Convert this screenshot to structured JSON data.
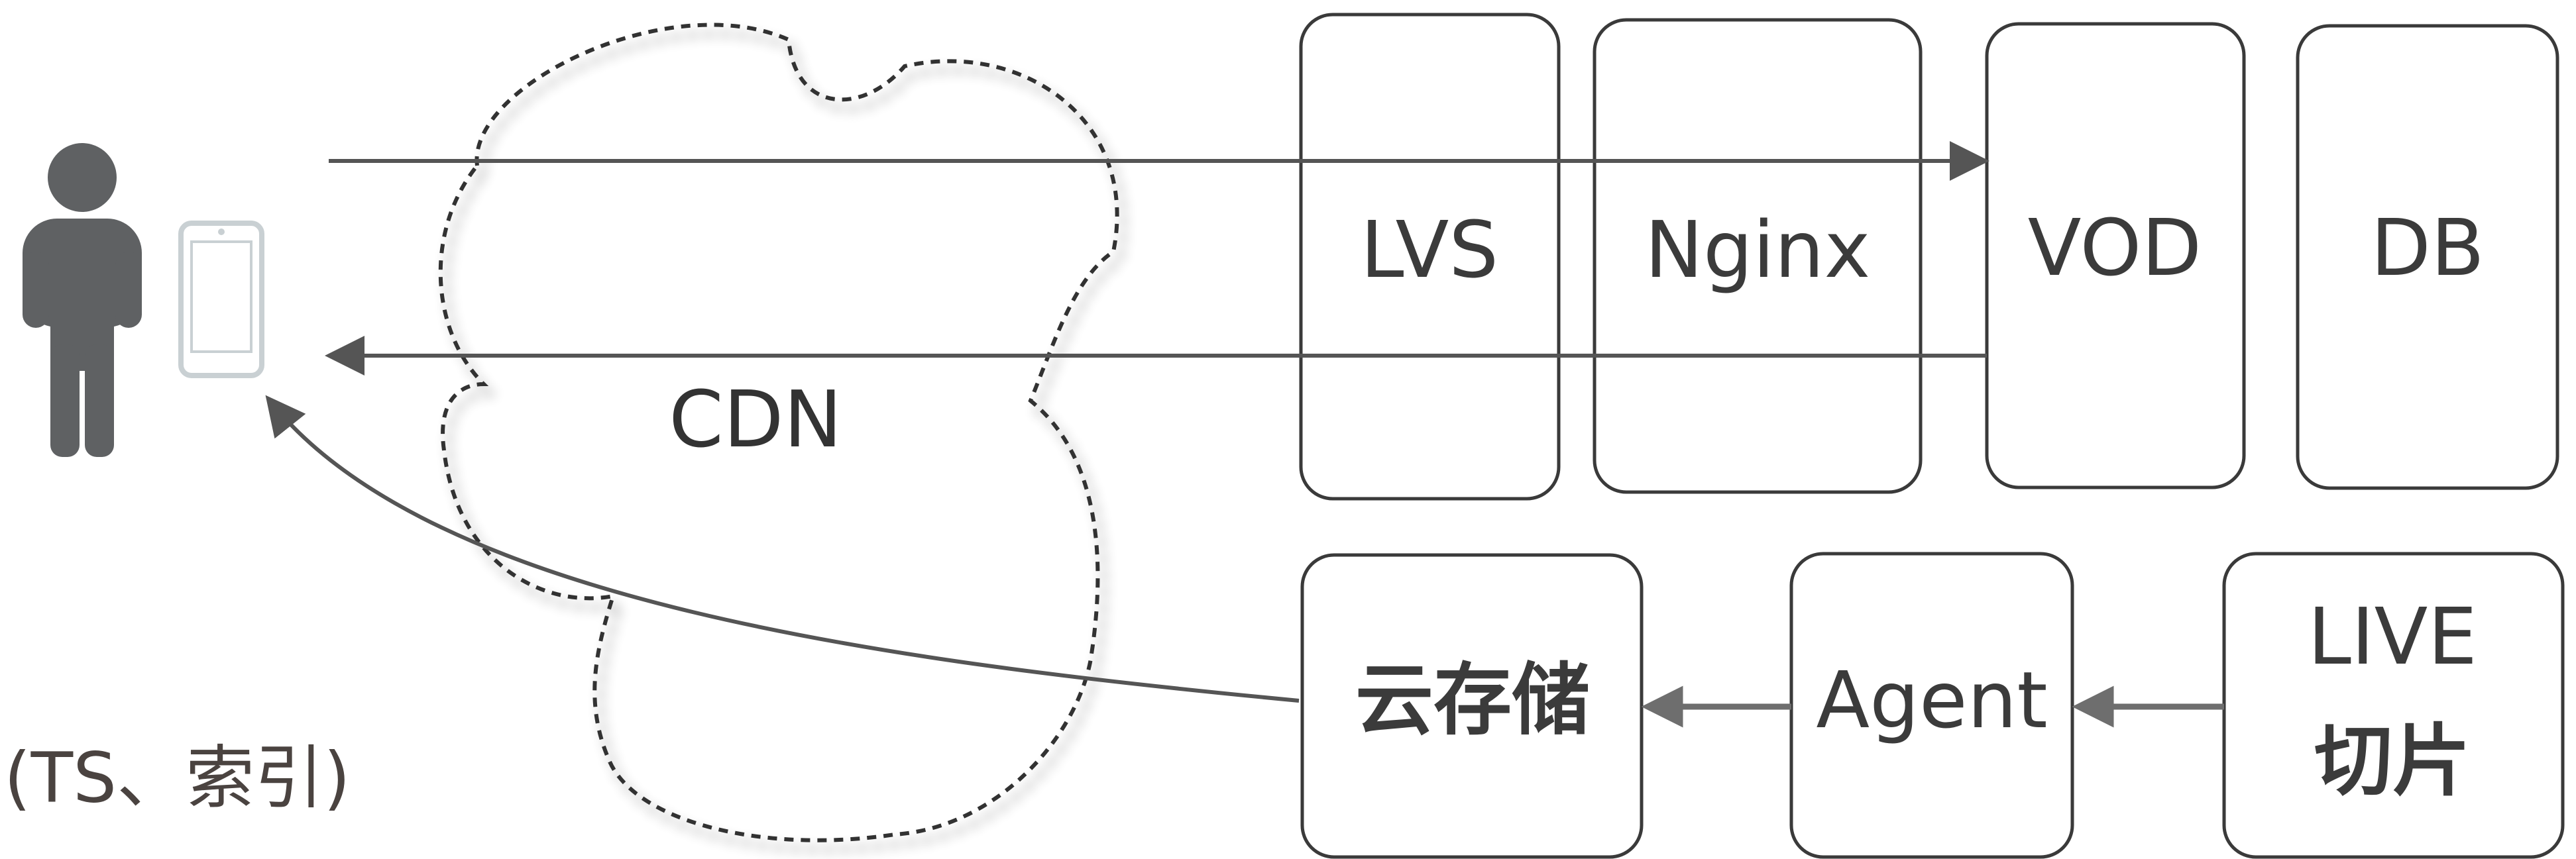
{
  "diagram": {
    "cloud_label": "CDN",
    "caption": "(TS、索引)",
    "top_boxes": [
      {
        "id": "lvs",
        "label": "LVS"
      },
      {
        "id": "nginx",
        "label": "Nginx"
      },
      {
        "id": "vod",
        "label": "VOD"
      },
      {
        "id": "db",
        "label": "DB"
      }
    ],
    "bottom_boxes": [
      {
        "id": "cloud-storage",
        "label": "云存储"
      },
      {
        "id": "agent",
        "label": "Agent"
      },
      {
        "id": "live-slice",
        "label_line1": "LIVE",
        "label_line2": "切片"
      }
    ],
    "icons": [
      "user-icon",
      "smartphone-icon"
    ],
    "colors": {
      "stroke": "#3a3a3a",
      "text": "#3b3b3b",
      "icon_person": "#5f6163",
      "icon_phone": "#c9d0d3",
      "caption": "#4a4340"
    }
  }
}
